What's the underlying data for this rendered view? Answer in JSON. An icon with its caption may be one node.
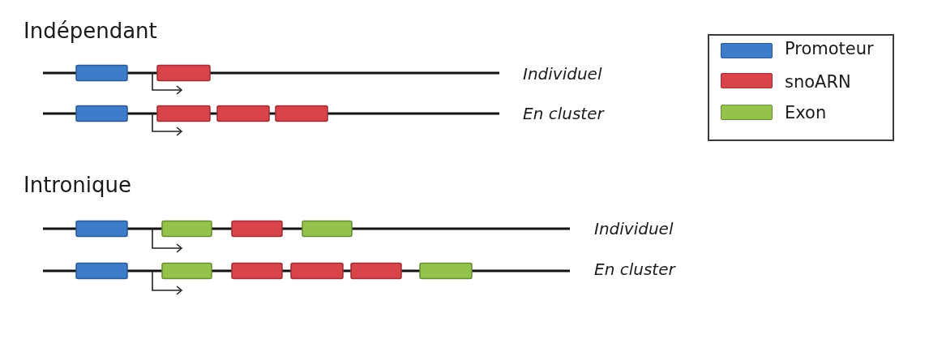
{
  "diagram": {
    "labels": [
      "Indépendant",
      "Individuel",
      "En cluster",
      "Intronique",
      "Individuel",
      "En cluster"
    ],
    "legend": [
      {
        "text": "Promoteur",
        "color": "#3d7cc9"
      },
      {
        "text": "snoARN",
        "color": "#d9434a"
      },
      {
        "text": "Exon",
        "color": "#93c34a"
      }
    ]
  }
}
